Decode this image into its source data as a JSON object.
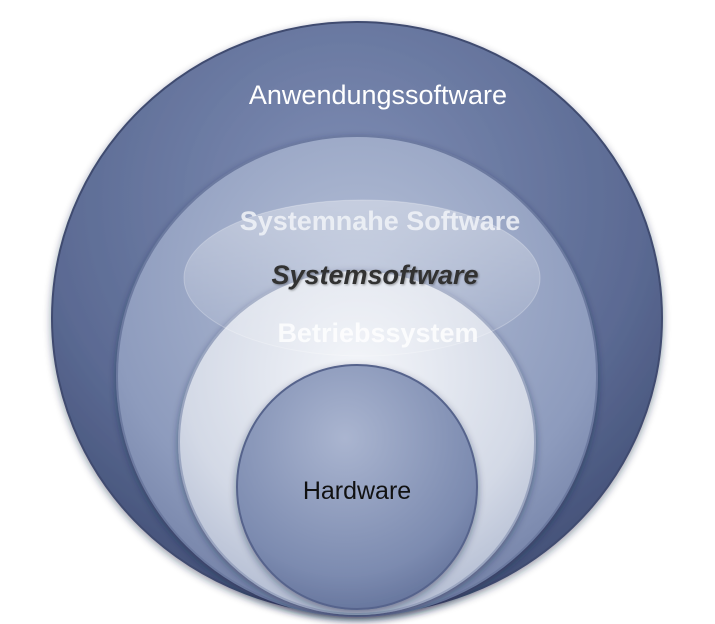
{
  "diagram": {
    "layers": [
      {
        "id": "anwendung",
        "label": "Anwendungssoftware"
      },
      {
        "id": "systemnah",
        "label": "Systemnahe Software"
      },
      {
        "id": "systemsoftware",
        "label": "Systemsoftware"
      },
      {
        "id": "betriebssystem",
        "label": "Betriebssystem"
      },
      {
        "id": "hardware",
        "label": "Hardware"
      }
    ]
  },
  "colors": {
    "outer_ring": "#5b6a93",
    "middle_ring": "#8d9bbd",
    "inner_ring": "#d3d9e6",
    "core": "#7c8bb0",
    "label_light": "#ffffff",
    "label_faint": "#f1f3f8",
    "label_dark": "#333333",
    "label_core": "#111111"
  }
}
